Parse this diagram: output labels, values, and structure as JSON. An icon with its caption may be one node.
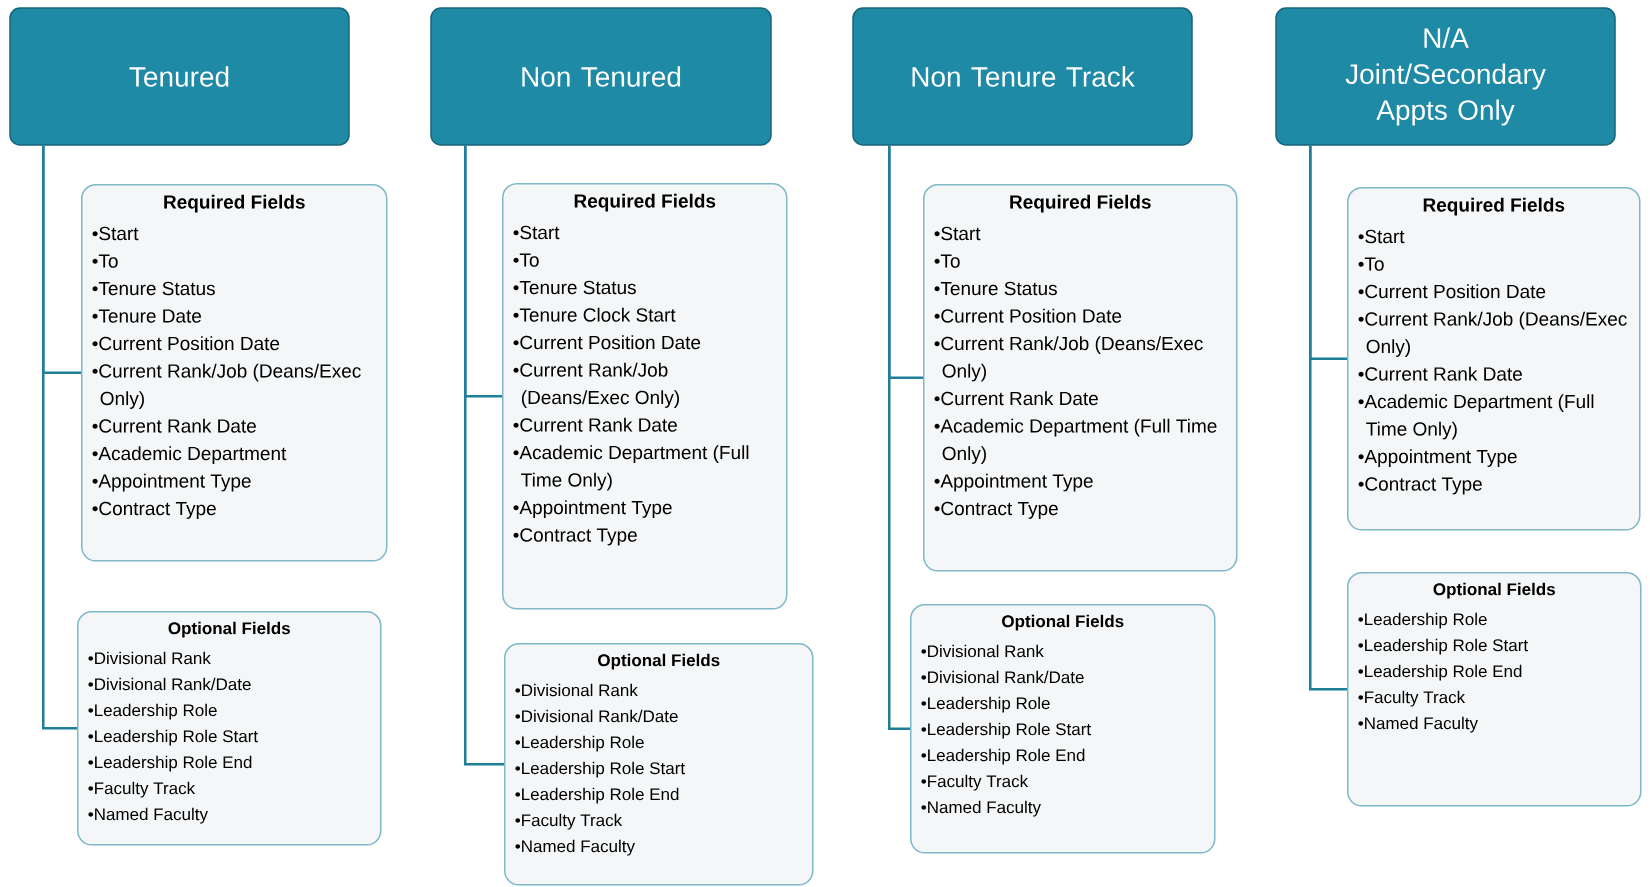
{
  "diagram": {
    "nodes": [
      {
        "text": [
          "Tenured"
        ]
      },
      {
        "text": [
          "Required Fields",
          "•Start",
          "•To",
          "•Tenure Status",
          "•Tenure Date",
          "•Current Position  Date",
          "•Current Rank/Job (Deans/Exec Only)",
          "•Current Rank Date",
          "•Academic Department",
          "•Appointment Type",
          "•Contract Type"
        ]
      },
      {
        "text": [
          "Optional Fields",
          "•Divisional Rank",
          "•Divisional Rank/Date",
          "•Leadership Role",
          "•Leadership Role Start",
          "•Leadership Role End",
          "•Faculty Track",
          "•Named Faculty"
        ]
      },
      {
        "text": [
          "Non Tenured"
        ]
      },
      {
        "text": [
          "Required Fields",
          "•Start",
          "•To",
          "•Tenure Status",
          "•Tenure Clock Start",
          "•Current Position Date",
          "•Current Rank/Job (Deans/Exec Only)",
          "•Current Rank Date",
          "•Academic Department (Full Time Only)",
          "•Appointment Type",
          "•Contract Type"
        ]
      },
      {
        "text": [
          "Optional Fields",
          "•Divisional Rank",
          "•Divisional Rank/Date",
          "•Leadership Role",
          "•Leadership Role Start",
          "•Leadership Role End",
          "•Faculty Track",
          "•Named Faculty"
        ]
      },
      {
        "text": [
          "Non Tenure Track"
        ]
      },
      {
        "text": [
          "Required Fields",
          "•Start",
          "•To",
          "•Tenure Status",
          "•Current Position Date",
          "•Current Rank/Job (Deans/Exec Only)",
          "•Current Rank Date",
          "•Academic Department (Full Time Only)",
          "•Appointment Type",
          "•Contract Type"
        ]
      },
      {
        "text": [
          "Optional Fields",
          "•Divisional Rank",
          "•Divisional Rank/Date",
          "•Leadership Role",
          "•Leadership Role Start",
          "•Leadership Role End",
          "•Faculty Track",
          "•Named Faculty"
        ]
      },
      {
        "text": [
          "N/A",
          "Joint/Secondary Appts Only"
        ]
      },
      {
        "text": [
          "Required Fields",
          "•Start",
          "•To",
          "•Current Position Date",
          "•Current Rank/Job (Deans/Exec Only)",
          "•Current Rank Date",
          "•Academic Department (Full Time Only)",
          "•Appointment Type",
          "•Contract Type"
        ]
      },
      {
        "text": [
          "Optional Fields",
          "•Leadership Role",
          "•Leadership Role Start",
          "•Leadership Role End",
          "•Faculty Track",
          "•Named Faculty"
        ]
      }
    ],
    "edges": [
      {
        "from": 0,
        "to": 1,
        "arrow": "none"
      },
      {
        "from": 0,
        "to": 2,
        "arrow": "none"
      },
      {
        "from": 3,
        "to": 4,
        "arrow": "none"
      },
      {
        "from": 3,
        "to": 5,
        "arrow": "none"
      },
      {
        "from": 6,
        "to": 7,
        "arrow": "none"
      },
      {
        "from": 6,
        "to": 8,
        "arrow": "none"
      },
      {
        "from": 9,
        "to": 10,
        "arrow": "none"
      },
      {
        "from": 9,
        "to": 11,
        "arrow": "none"
      }
    ]
  }
}
